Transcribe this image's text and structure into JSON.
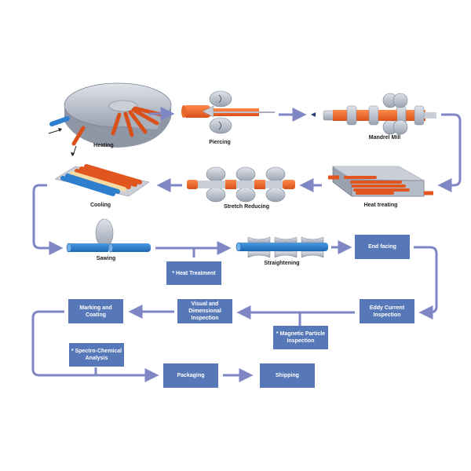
{
  "diagram": {
    "type": "process-flow",
    "subject": "Seamless steel pipe manufacturing process",
    "colors": {
      "process_box": "#5677b8",
      "arrow": "#7f86c4",
      "hot_pipe": "#f26522",
      "cold_pipe": "#2f7fcf",
      "machine_gray": "#b9c0cc"
    },
    "steps": {
      "heating": "Heating",
      "piercing": "Piercing",
      "mandrel_mill": "Mandrel Mill",
      "heat_treating": "Heat treating",
      "stretch_reducing": "Stretch Reducing",
      "cooling": "Cooling",
      "sawing": "Sawing",
      "straightening": "Straightening",
      "end_facing": "End facing",
      "eddy_current": "Eddy Current Inspection",
      "visual_dimensional": "Visual and Dimensional Inspection",
      "marking_coating": "Marking and Coating",
      "packaging": "Packaging",
      "shipping": "Shipping"
    },
    "optional_steps": {
      "heat_treatment": "* Heat Treatment",
      "magnetic_particle": "* Magnetic Particle Inspection",
      "spectro_chemical": "* Spectro-Chemical Analysis"
    },
    "flow": [
      "Heating",
      "Piercing",
      "Mandrel Mill",
      "Heat treating",
      "Stretch Reducing",
      "Cooling",
      "Sawing",
      "Straightening",
      "End facing",
      "Eddy Current Inspection",
      "Visual and Dimensional Inspection",
      "Marking and Coating",
      "Packaging",
      "Shipping"
    ]
  }
}
